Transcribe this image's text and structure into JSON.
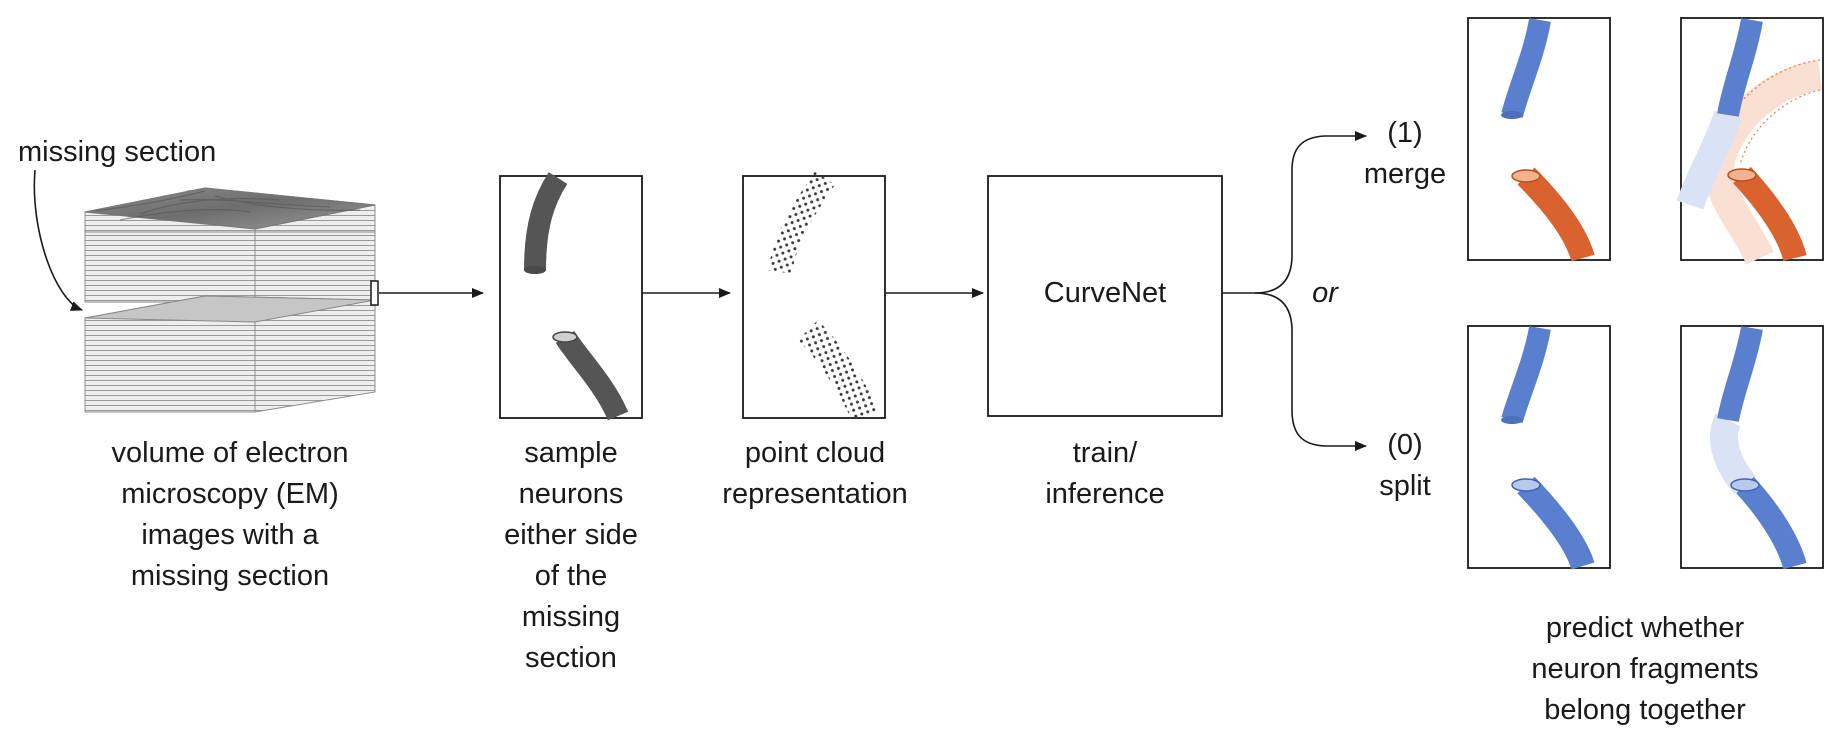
{
  "missing_section_label": "missing section",
  "em_volume_caption": [
    "volume of electron",
    "microscopy (EM)",
    "images with a",
    "missing section"
  ],
  "sample_caption": [
    "sample",
    "neurons",
    "either side",
    "of the",
    "missing",
    "section"
  ],
  "point_cloud_caption": [
    "point cloud",
    "representation"
  ],
  "model": {
    "name": "CurveNet",
    "caption": [
      "train/",
      "inference"
    ]
  },
  "or_label": "or",
  "outputs": {
    "merge": [
      "(1)",
      "merge"
    ],
    "split": [
      "(0)",
      "split"
    ]
  },
  "result_caption": [
    "predict whether",
    "neuron fragments",
    "belong together"
  ],
  "colors": {
    "neuron_dark": "#555555",
    "neuron_blue": "#5b7fcf",
    "neuron_blue_light": "#d9e3f5",
    "neuron_orange": "#d9622e",
    "neuron_orange_light": "#f9e0d2",
    "line": "#1a1a1a"
  }
}
